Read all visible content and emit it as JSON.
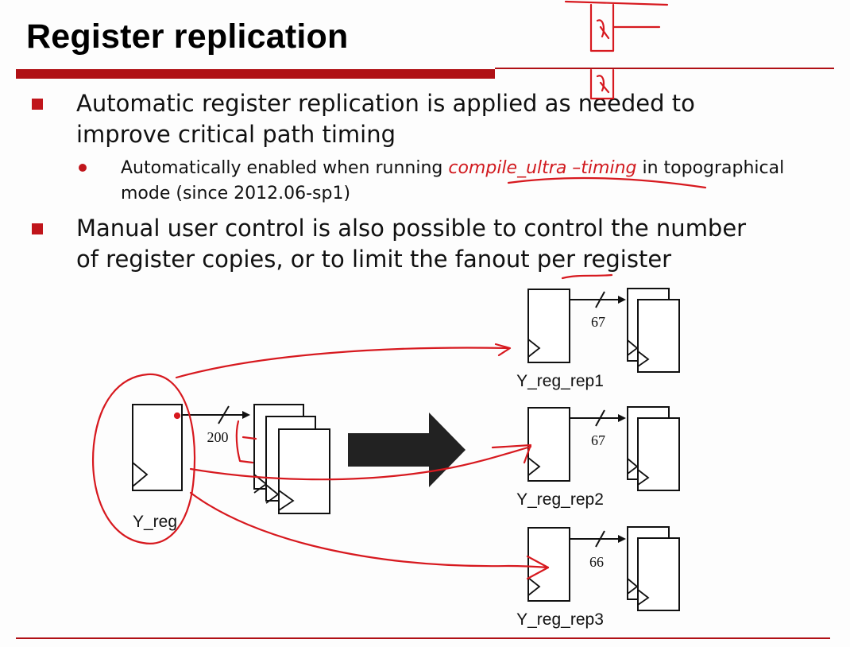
{
  "slide": {
    "title": "Register replication",
    "bullets": [
      {
        "text": "Automatic register replication is applied as needed to improve critical path timing",
        "sub": {
          "prefix": "Automatically enabled when running ",
          "command": "compile_ultra –timing",
          "suffix": " in topographical mode (since 2012.06-sp1)"
        }
      },
      {
        "text": "Manual user control is also possible to control the number of register copies, or to limit the fanout per register"
      }
    ]
  },
  "diagram": {
    "source_register": "Y_reg",
    "source_fanout": "200",
    "replicas": [
      {
        "name": "Y_reg_rep1",
        "fanout": "67"
      },
      {
        "name": "Y_reg_rep2",
        "fanout": "67"
      },
      {
        "name": "Y_reg_rep3",
        "fanout": "66"
      }
    ]
  },
  "colors": {
    "accent_red": "#c0151b",
    "annotation_red": "#d7191f",
    "arrow_dark": "#222222"
  }
}
